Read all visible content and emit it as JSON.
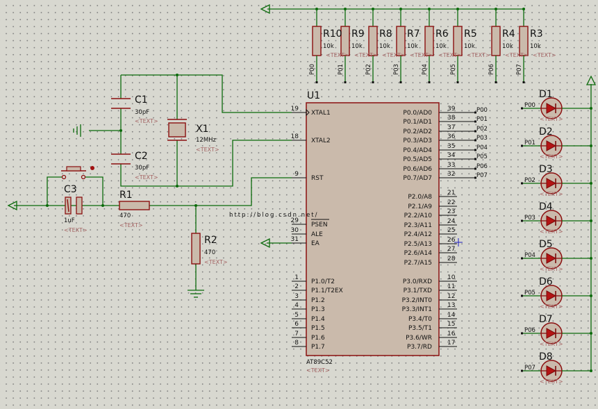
{
  "placeholder": "<TEXT>",
  "watermark": "http://blog.csdn.net/",
  "chip": {
    "ref": "U1",
    "part": "AT89C52",
    "left_pins": [
      {
        "num": "19",
        "name": "XTAL1"
      },
      {
        "num": "18",
        "name": "XTAL2"
      },
      {
        "num": "9",
        "name": "RST"
      },
      {
        "num": "29",
        "name": "PSEN"
      },
      {
        "num": "30",
        "name": "ALE"
      },
      {
        "num": "31",
        "name": "EA"
      },
      {
        "num": "1",
        "name": "P1.0/T2"
      },
      {
        "num": "2",
        "name": "P1.1/T2EX"
      },
      {
        "num": "3",
        "name": "P1.2"
      },
      {
        "num": "4",
        "name": "P1.3"
      },
      {
        "num": "5",
        "name": "P1.4"
      },
      {
        "num": "6",
        "name": "P1.5"
      },
      {
        "num": "7",
        "name": "P1.6"
      },
      {
        "num": "8",
        "name": "P1.7"
      }
    ],
    "right_pins": [
      {
        "num": "39",
        "name": "P0.0/AD0",
        "net": "P00"
      },
      {
        "num": "38",
        "name": "P0.1/AD1",
        "net": "P01"
      },
      {
        "num": "37",
        "name": "P0.2/AD2",
        "net": "P02"
      },
      {
        "num": "36",
        "name": "P0.3/AD3",
        "net": "P03"
      },
      {
        "num": "35",
        "name": "P0.4/AD4",
        "net": "P04"
      },
      {
        "num": "34",
        "name": "P0.5/AD5",
        "net": "P05"
      },
      {
        "num": "33",
        "name": "P0.6/AD6",
        "net": "P06"
      },
      {
        "num": "32",
        "name": "P0.7/AD7",
        "net": "P07"
      },
      {
        "num": "21",
        "name": "P2.0/A8"
      },
      {
        "num": "22",
        "name": "P2.1/A9"
      },
      {
        "num": "23",
        "name": "P2.2/A10"
      },
      {
        "num": "24",
        "name": "P2.3/A11"
      },
      {
        "num": "25",
        "name": "P2.4/A12"
      },
      {
        "num": "26",
        "name": "P2.5/A13"
      },
      {
        "num": "27",
        "name": "P2.6/A14"
      },
      {
        "num": "28",
        "name": "P2.7/A15"
      },
      {
        "num": "10",
        "name": "P3.0/RXD"
      },
      {
        "num": "11",
        "name": "P3.1/TXD"
      },
      {
        "num": "12",
        "name": "P3.2/INT0"
      },
      {
        "num": "13",
        "name": "P3.3/INT1"
      },
      {
        "num": "14",
        "name": "P3.4/T0"
      },
      {
        "num": "15",
        "name": "P3.5/T1"
      },
      {
        "num": "16",
        "name": "P3.6/WR"
      },
      {
        "num": "17",
        "name": "P3.7/RD"
      }
    ]
  },
  "capacitors": [
    {
      "ref": "C1",
      "value": "30pF"
    },
    {
      "ref": "C2",
      "value": "30pF"
    },
    {
      "ref": "C3",
      "value": "1uF"
    }
  ],
  "crystal": {
    "ref": "X1",
    "value": "12MHz"
  },
  "resistors": [
    {
      "ref": "R1",
      "value": "470"
    },
    {
      "ref": "R2",
      "value": "470"
    }
  ],
  "pullups": [
    {
      "ref": "R10",
      "value": "10k",
      "net": "P00"
    },
    {
      "ref": "R9",
      "value": "10k",
      "net": "P01"
    },
    {
      "ref": "R8",
      "value": "10k",
      "net": "P02"
    },
    {
      "ref": "R7",
      "value": "10k",
      "net": "P03"
    },
    {
      "ref": "R6",
      "value": "10k",
      "net": "P04"
    },
    {
      "ref": "R5",
      "value": "10k",
      "net": "P05"
    },
    {
      "ref": "R4",
      "value": "10k",
      "net": "P06"
    },
    {
      "ref": "R3",
      "value": "10k",
      "net": "P07"
    }
  ],
  "leds": [
    {
      "ref": "D1",
      "net": "P00"
    },
    {
      "ref": "D2",
      "net": "P01"
    },
    {
      "ref": "D3",
      "net": "P02"
    },
    {
      "ref": "D4",
      "net": "P03"
    },
    {
      "ref": "D5",
      "net": "P04"
    },
    {
      "ref": "D6",
      "net": "P05"
    },
    {
      "ref": "D7",
      "net": "P06"
    },
    {
      "ref": "D8",
      "net": "P07"
    }
  ]
}
